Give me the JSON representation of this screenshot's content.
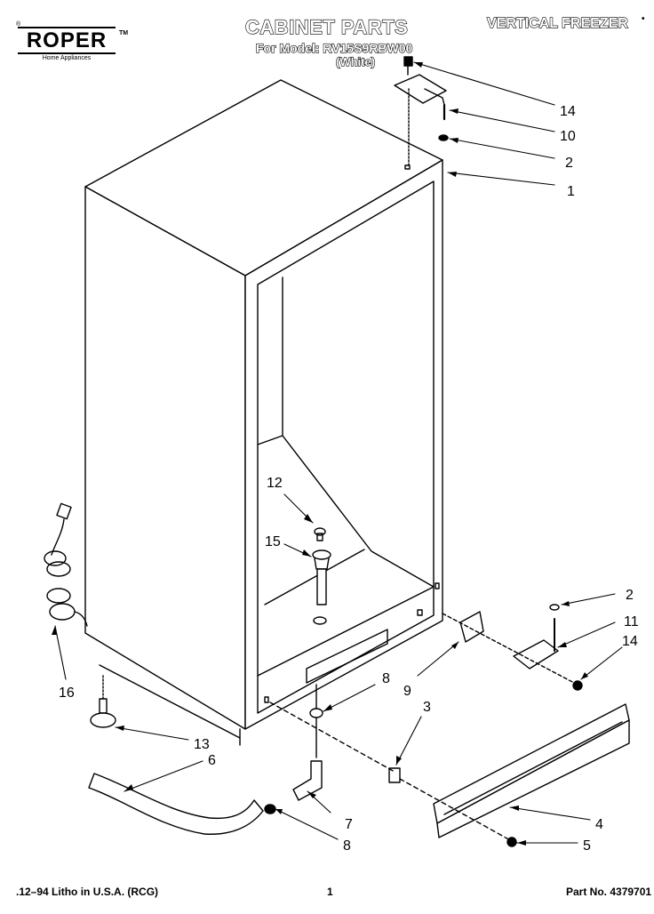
{
  "header": {
    "brand": "ROPER",
    "brand_mark": "TM",
    "registered_mark": "®",
    "brand_tagline": "Home Appliances",
    "title": "CABINET PARTS",
    "model_line": "For Model: RV15S9RBW00",
    "model_color": "(White)",
    "category": "VERTICAL FREEZER",
    "category_mark": "•"
  },
  "callouts": [
    {
      "id": "c14a",
      "label": "14"
    },
    {
      "id": "c10",
      "label": "10"
    },
    {
      "id": "c2a",
      "label": "2"
    },
    {
      "id": "c1",
      "label": "1"
    },
    {
      "id": "c12",
      "label": "12"
    },
    {
      "id": "c15",
      "label": "15"
    },
    {
      "id": "c2b",
      "label": "2"
    },
    {
      "id": "c11",
      "label": "11"
    },
    {
      "id": "c14b",
      "label": "14"
    },
    {
      "id": "c16",
      "label": "16"
    },
    {
      "id": "c8a",
      "label": "8"
    },
    {
      "id": "c9",
      "label": "9"
    },
    {
      "id": "c3",
      "label": "3"
    },
    {
      "id": "c13",
      "label": "13"
    },
    {
      "id": "c6",
      "label": "6"
    },
    {
      "id": "c7",
      "label": "7"
    },
    {
      "id": "c4",
      "label": "4"
    },
    {
      "id": "c8b",
      "label": "8"
    },
    {
      "id": "c5",
      "label": "5"
    }
  ],
  "footer": {
    "litho": ".12–94 Litho in U.S.A. (RCG)",
    "page": "1",
    "part_no": "Part No. 4379701"
  }
}
